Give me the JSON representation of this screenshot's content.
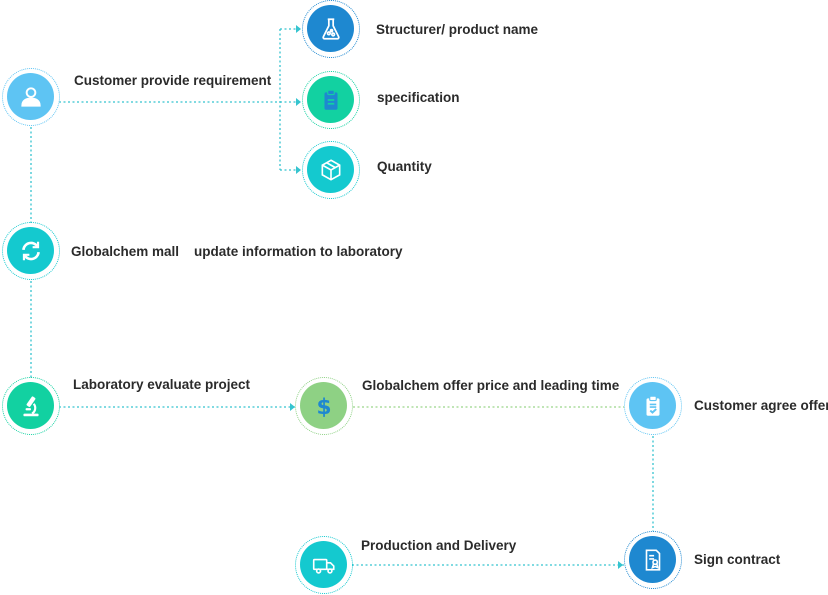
{
  "colors": {
    "blue": "#1e88d0",
    "sky": "#5ec4f3",
    "teal": "#14c9cf",
    "green": "#12d1a1",
    "lime": "#8ed184",
    "line": "#35c4cf",
    "line_green": "#9ad58a"
  },
  "nodes": {
    "customer_requirement": {
      "label": "Customer provide requirement",
      "icon": "user-icon"
    },
    "structure": {
      "label": "Structurer/ product name",
      "icon": "flask-icon"
    },
    "specification": {
      "label": "specification",
      "icon": "clipboard-icon"
    },
    "quantity": {
      "label": "Quantity",
      "icon": "box-icon"
    },
    "mall": {
      "label": "Globalchem mall",
      "label2": "update information to laboratory",
      "icon": "refresh-icon"
    },
    "lab_evaluate": {
      "label": "Laboratory evaluate project",
      "icon": "microscope-icon"
    },
    "offer_price": {
      "label": "Globalchem offer price and leading time",
      "icon": "dollar-icon"
    },
    "agree_offer": {
      "label": "Customer agree offer",
      "icon": "clipboard-check-icon"
    },
    "sign_contract": {
      "label": "Sign contract",
      "icon": "contract-icon"
    },
    "production": {
      "label": "Production and Delivery",
      "icon": "truck-icon"
    }
  }
}
